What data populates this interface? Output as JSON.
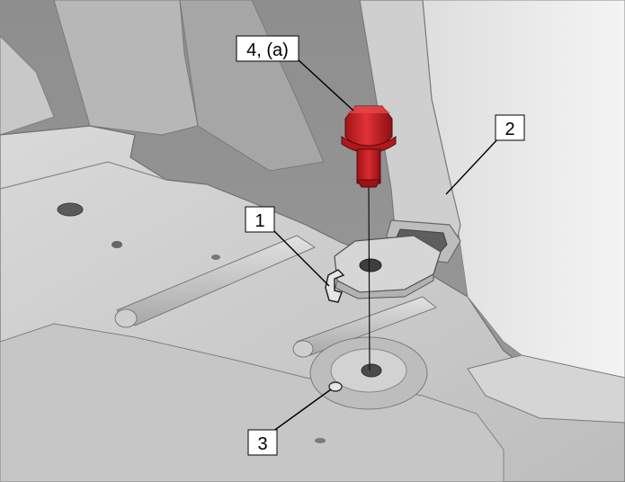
{
  "callouts": {
    "c1": "1",
    "c2": "2",
    "c3": "3",
    "c4": "4, (a)"
  },
  "colors": {
    "bolt": "#d21e22",
    "bolt_dark": "#8c0f12",
    "background_gray": "#a3a3a3",
    "panel_light": "#d2d2d2",
    "panel_mid": "#c2c2c2",
    "right_panel": "#ececec"
  }
}
